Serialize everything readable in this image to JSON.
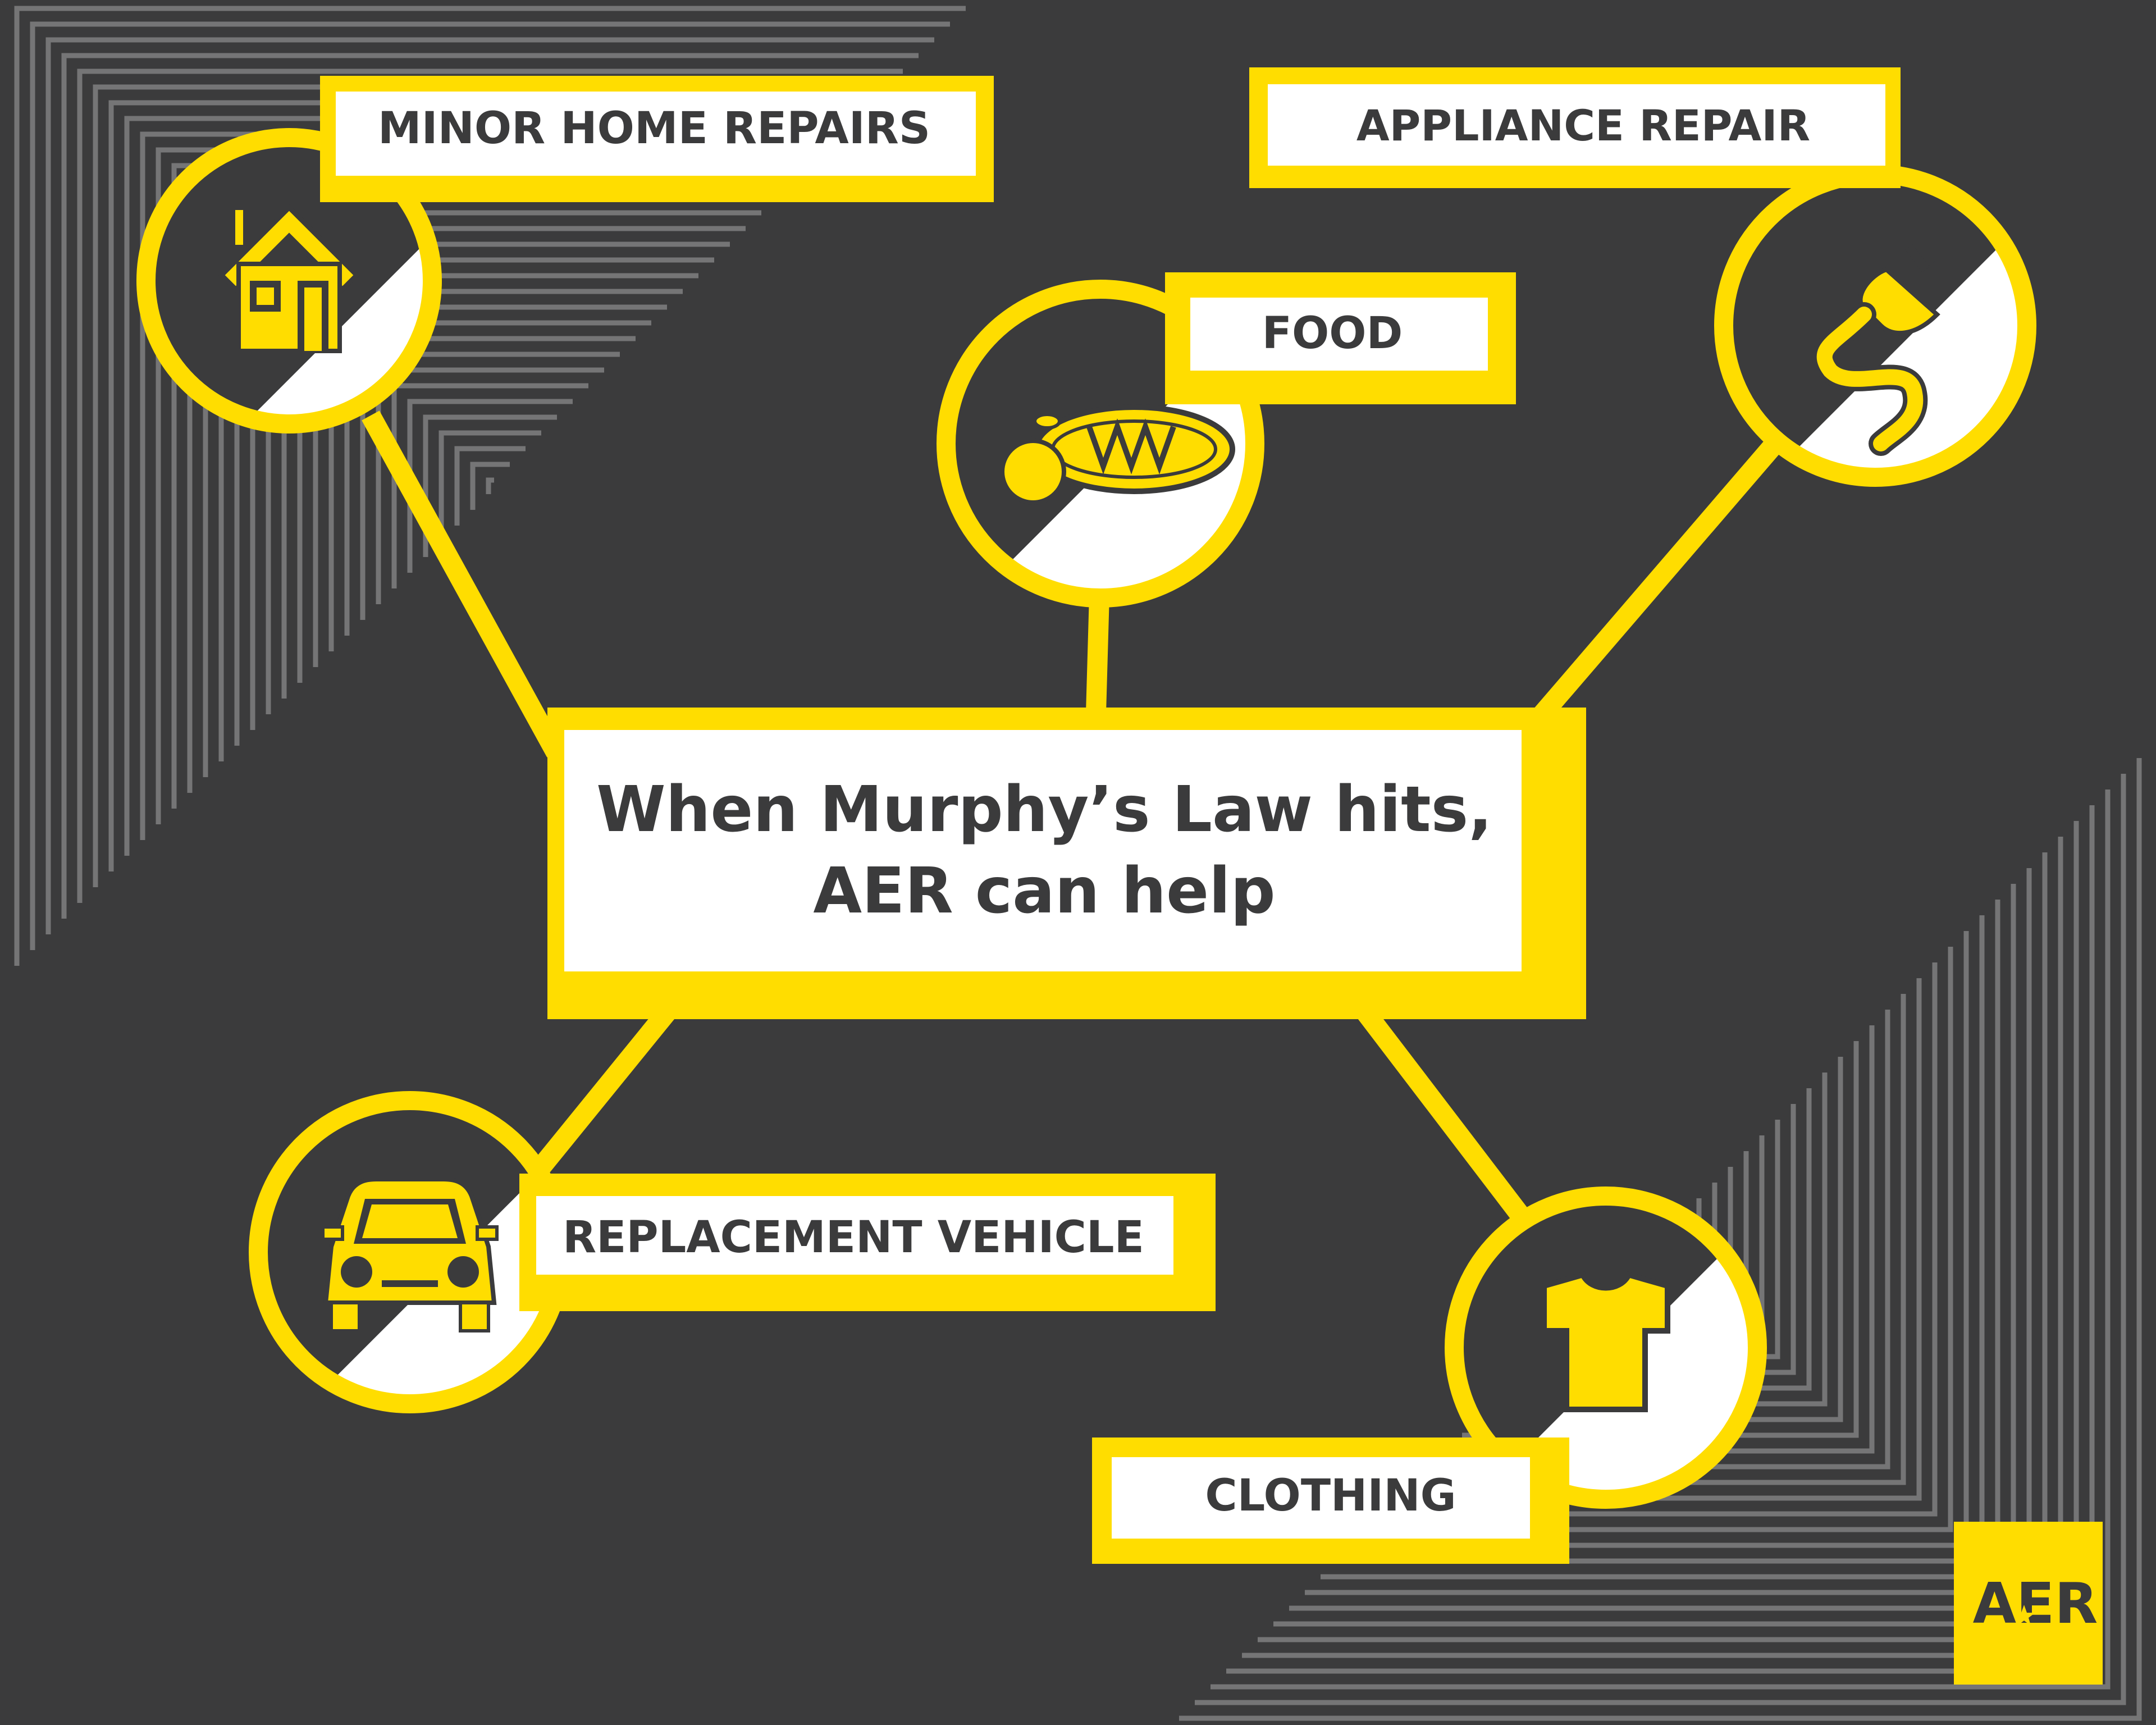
{
  "diagram": {
    "center_lines": [
      "When Murphy’s Law hits,",
      "AER can help"
    ],
    "nodes": {
      "home": {
        "label": "MINOR HOME REPAIRS",
        "icon": "house-icon"
      },
      "appliance": {
        "label": "APPLIANCE REPAIR",
        "icon": "plug-icon"
      },
      "food": {
        "label": "FOOD",
        "icon": "apple-bread-icon"
      },
      "vehicle": {
        "label": "REPLACEMENT VEHICLE",
        "icon": "car-icon"
      },
      "clothing": {
        "label": "CLOTHING",
        "icon": "shirt-icon"
      }
    }
  },
  "logo": {
    "text": "AER"
  },
  "colors": {
    "background": "#3b3b3c",
    "accent": "#ffdd00",
    "text": "#3b3b3c",
    "panel": "#ffffff",
    "stripe": "#8a8a8a"
  }
}
